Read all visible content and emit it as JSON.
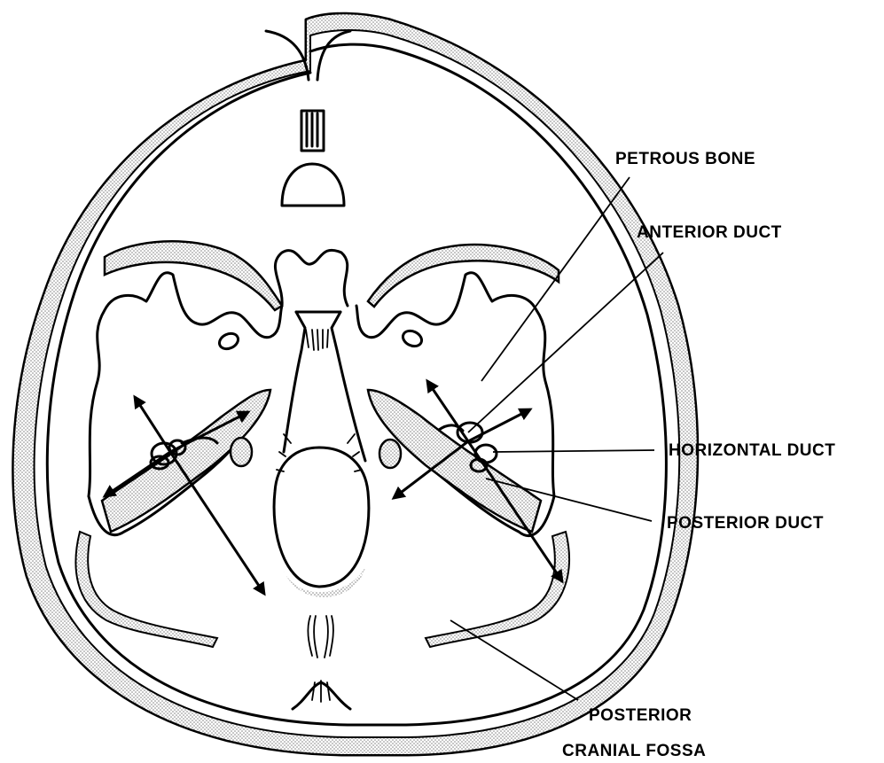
{
  "figure": {
    "labels": {
      "petrous_bone": "PETROUS BONE",
      "anterior_duct": "ANTERIOR DUCT",
      "horizontal_duct": "HORIZONTAL DUCT",
      "posterior_duct": "POSTERIOR DUCT",
      "posterior_cranial_fossa_line1": "POSTERIOR",
      "posterior_cranial_fossa_line2": "CRANIAL FOSSA"
    },
    "colors": {
      "ink": "#000000",
      "background": "#ffffff",
      "stipple": "#9a9a9a"
    }
  }
}
